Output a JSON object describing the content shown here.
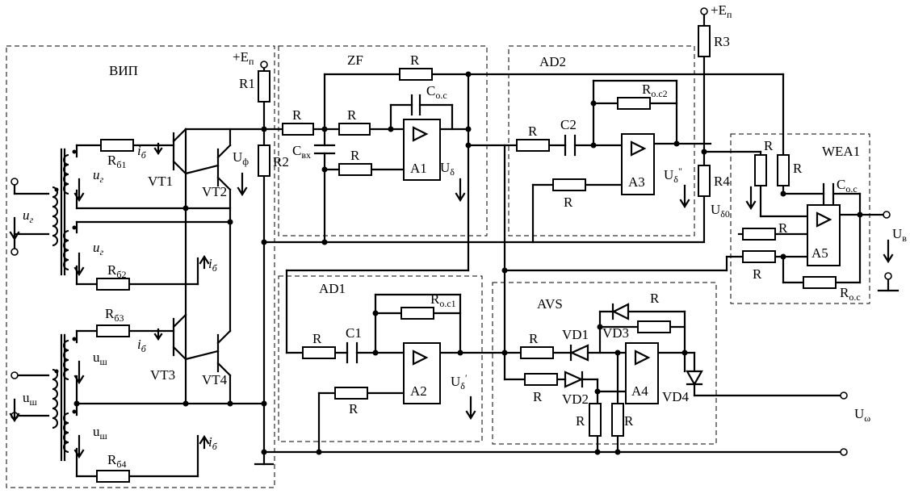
{
  "blocks": {
    "vip": "ВИП",
    "zf": "ZF",
    "ad2": "AD2",
    "ad1": "AD1",
    "avs": "AVS",
    "wea1": "WEA1"
  },
  "supply": {
    "ep_left": "+E",
    "ep_left_sub": "п",
    "ep_right": "+E",
    "ep_right_sub": "п"
  },
  "resistors": {
    "r1": "R1",
    "r2": "R2",
    "r3": "R3",
    "r4": "R4",
    "r": "R",
    "rb1": "R",
    "rb1_sub": "б1",
    "rb2": "R",
    "rb2_sub": "б2",
    "rb3": "R",
    "rb3_sub": "б3",
    "rb4": "R",
    "rb4_sub": "б4",
    "roc": "R",
    "roc_sub": "o.c",
    "roc1": "R",
    "roc1_sub": "o.c1",
    "roc2": "R",
    "roc2_sub": "o.c2"
  },
  "capacitors": {
    "c1": "C1",
    "c2": "C2",
    "coc": "C",
    "coc_sub": "o.c",
    "cbx": "C",
    "cbx_sub": "вх"
  },
  "amplifiers": {
    "a1": "A1",
    "a2": "A2",
    "a3": "A3",
    "a4": "A4",
    "a5": "A5"
  },
  "transistors": {
    "vt1": "VT1",
    "vt2": "VT2",
    "vt3": "VT3",
    "vt4": "VT4"
  },
  "diodes": {
    "vd1": "VD1",
    "vd2": "VD2",
    "vd3": "VD3",
    "vd4": "VD4"
  },
  "signals": {
    "u": "u",
    "ug_sub": "г",
    "ush_sub": "ш",
    "U": "U",
    "uf_sub": "ф",
    "ud_sub": "δ",
    "ud_prime_sub": "δ",
    "ud_prime_mark": "′",
    "ud_dprime_mark": "\"",
    "ud0_sub": "δ0",
    "uv_sub": "в",
    "uw_sub": "ω",
    "ib": "i",
    "ib_sub": "б"
  }
}
